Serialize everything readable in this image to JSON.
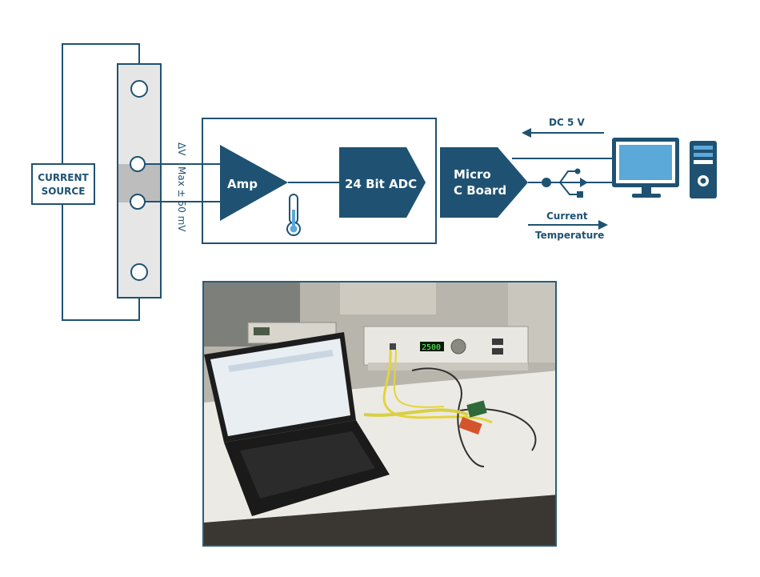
{
  "diagram": {
    "current_source_line1": "CURRENT",
    "current_source_line2": "SOURCE",
    "delta_v_label": "ΔV",
    "max_label": "Max ± 50 mV",
    "amp_label": "Amp",
    "adc_label": "24 Bit ADC",
    "micro_line1": "Micro",
    "micro_line2": "C Board",
    "dc_label": "DC 5 V",
    "current_label": "Current",
    "temperature_label": "Temperature"
  },
  "colors": {
    "dark_blue": "#1f5272",
    "light_gray": "#e4e4e4",
    "mid_gray": "#bdbdbd",
    "monitor_blue": "#5aa9d8"
  },
  "icons": [
    "thermometer-icon",
    "usb-icon",
    "monitor-icon",
    "computer-tower-icon"
  ],
  "photo": {
    "display_reading": "2500"
  }
}
